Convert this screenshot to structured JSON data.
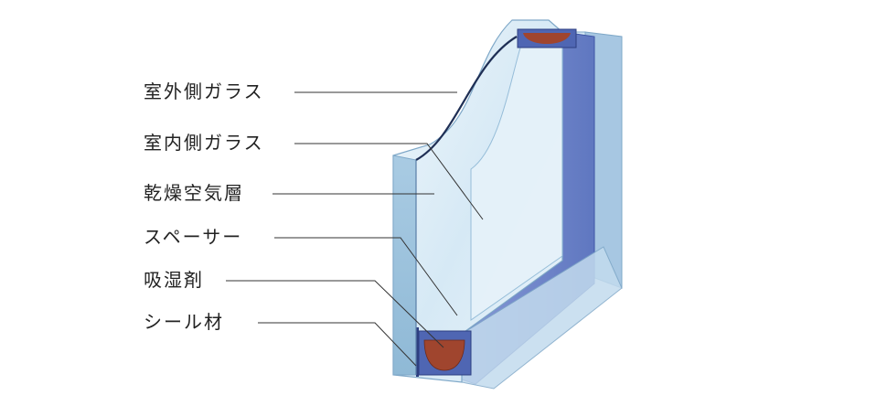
{
  "labels": {
    "outer_glass": "室外側ガラス",
    "inner_glass": "室内側ガラス",
    "air_layer": "乾燥空気層",
    "spacer": "スペーサー",
    "desiccant": "吸湿剤",
    "sealant": "シール材"
  },
  "colors": {
    "glass_edge": "#8fb9d6",
    "glass_face": "#d6e9f5",
    "glass_face_light": "#eef6fb",
    "spacer_blue": "#6f86c9",
    "spacer_dark": "#3f56a6",
    "desiccant": "#a0452e",
    "leader": "#333333"
  }
}
